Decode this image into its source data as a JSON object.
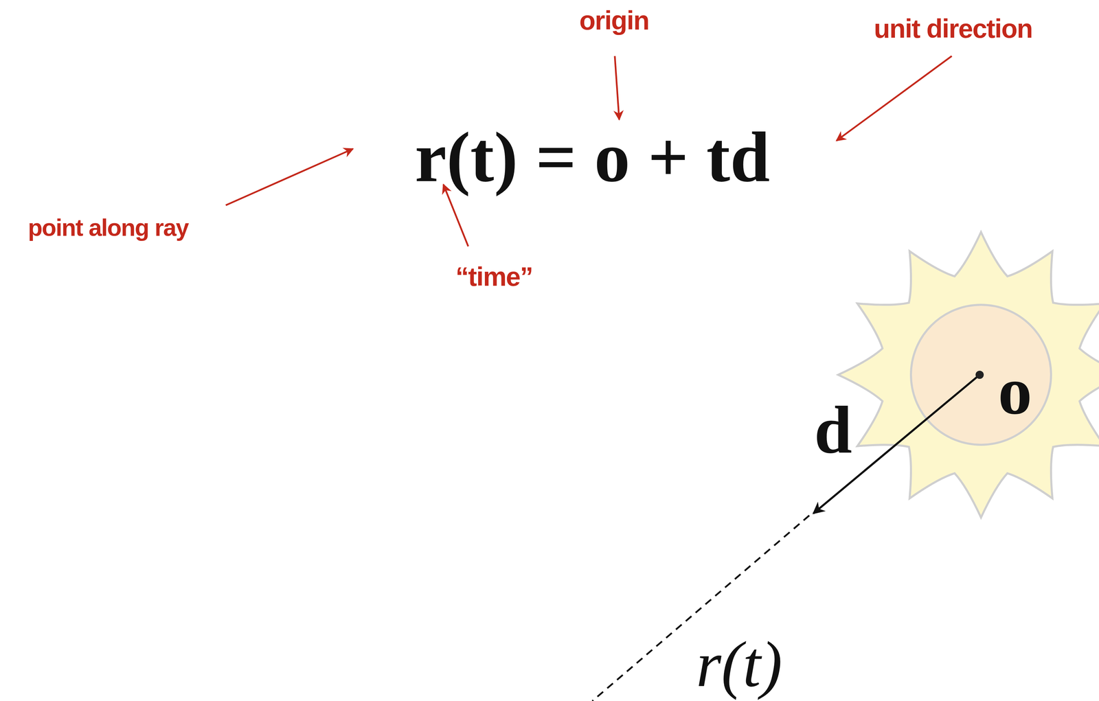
{
  "diagram": {
    "labels": [
      "origin",
      "unit direction",
      "r(t) = o + td",
      "point along ray",
      "“time”",
      "o",
      "d",
      "r(t)"
    ]
  }
}
